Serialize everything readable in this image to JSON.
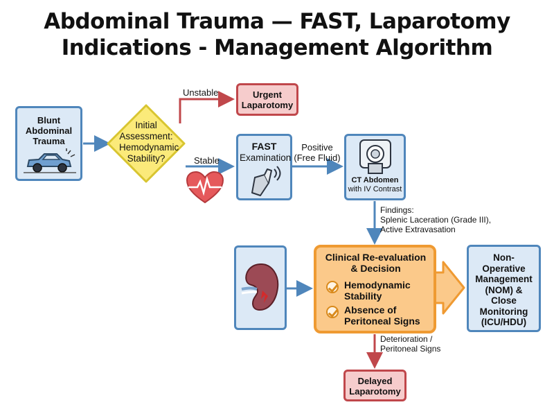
{
  "title": {
    "line1": "Abdominal Trauma — FAST, Laparotomy",
    "line2": "Indications - Management Algorithm"
  },
  "nodes": {
    "blunt_trauma": "Blunt Abdominal Trauma",
    "initial_assessment": "Initial Assessment: Hemodynamic Stability?",
    "urgent_laparotomy": "Urgent Laparotomy",
    "fast_exam_title": "FAST",
    "fast_exam_sub": "Examination",
    "ct_title": "CT Abdomen",
    "ct_sub": "with IV Contrast",
    "reeval_title": "Clinical Re-evaluation & Decision",
    "reeval_item1": "Hemodynamic Stability",
    "reeval_item2": "Absence of Peritoneal Signs",
    "nom": "Non-Operative Management (NOM) & Close Monitoring (ICU/HDU)",
    "delayed_laparotomy": "Delayed Laparotomy"
  },
  "edge_labels": {
    "unstable": "Unstable",
    "stable": "Stable",
    "positive": "Positive",
    "free_fluid": "(Free Fluid)",
    "findings": "Findings:",
    "findings_detail1": "Splenic Laceration (Grade III),",
    "findings_detail2": "Active Extravasation",
    "deterioration1": "Deterioration /",
    "deterioration2": "Peritoneal Signs"
  },
  "icons": [
    "car-crash-icon",
    "heart-pulse-icon",
    "ultrasound-probe-icon",
    "ct-scanner-icon",
    "spleen-icon",
    "check-icon"
  ],
  "colors": {
    "blue_fill": "#dce9f6",
    "blue_border": "#4f86bb",
    "red_fill": "#f6cccc",
    "red_border": "#c0474b",
    "orange_fill": "#fbc98a",
    "orange_border": "#ef9a32",
    "diamond_fill": "#fbea7a",
    "diamond_border": "#d8c530"
  }
}
